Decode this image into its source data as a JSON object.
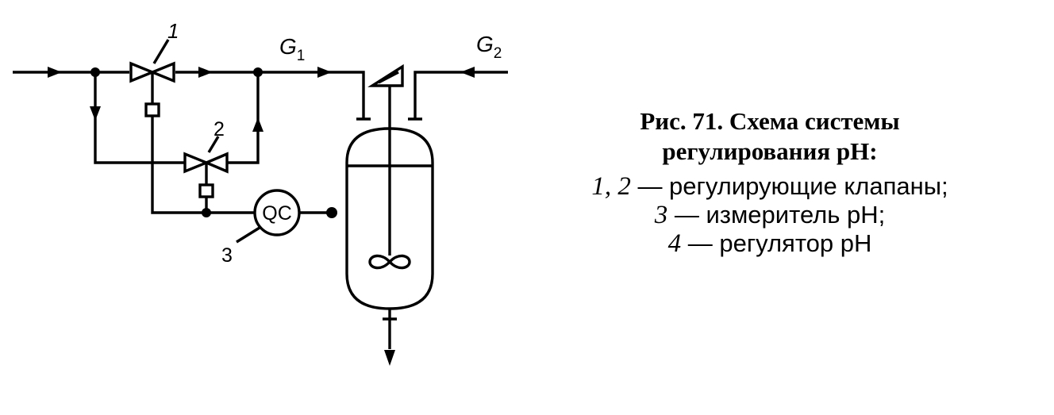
{
  "labels": {
    "valve1": "1",
    "valve2": "2",
    "meter": "3",
    "controller": "QC",
    "flow1": "G",
    "flow1_sub": "1",
    "flow2": "G",
    "flow2_sub": "2"
  },
  "caption": {
    "title_line1": "Рис. 71. Схема системы",
    "title_line2": "регулирования pH:",
    "items": [
      {
        "num": "1, 2",
        "text": " — регулирующие клапаны;"
      },
      {
        "num": "3",
        "text": " — измеритель pH;"
      },
      {
        "num": "4",
        "text": " — регулятор pH"
      }
    ]
  },
  "colors": {
    "ink": "#000000",
    "background": "#ffffff"
  }
}
